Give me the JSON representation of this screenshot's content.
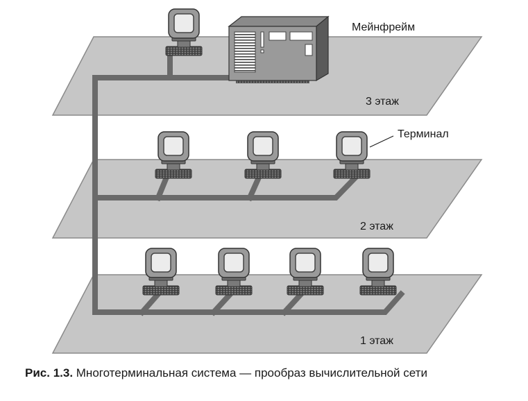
{
  "floors": [
    {
      "label": "3 этаж",
      "terminal_count": 1
    },
    {
      "label": "2 этаж",
      "terminal_count": 3
    },
    {
      "label": "1 этаж",
      "terminal_count": 4
    }
  ],
  "labels": {
    "mainframe": "Мейнфрейм",
    "terminal": "Терминал"
  },
  "caption": {
    "number": "Рис. 1.3.",
    "text": " Многотерминальная система — прообраз вычислительной сети"
  },
  "colors": {
    "floor_fill": "#c6c6c6",
    "floor_stroke": "#8a8a8a",
    "cable": "#6a6a6a",
    "device_dark": "#555555",
    "device_mid": "#9a9a9a",
    "screen": "#ececec"
  }
}
